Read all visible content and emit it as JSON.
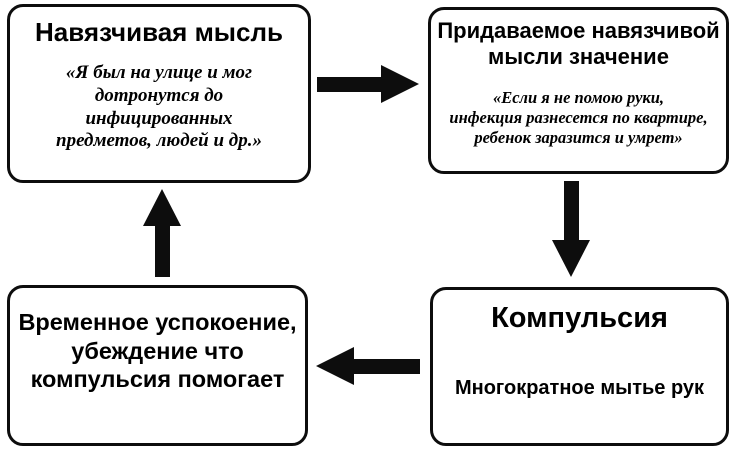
{
  "diagram": {
    "boxes": {
      "obsessive_thought": {
        "title": "Навязчивая мысль",
        "quote": "«Я был на улице и мог\nдотронутся до\nинфицированных\nпредметов, людей и др.»"
      },
      "attributed_meaning": {
        "title": "Придаваемое навязчивой\nмысли значение",
        "quote": "«Если я не помою руки,\nинфекция разнесется по квартире,\nребенок заразится и умрет»"
      },
      "compulsion": {
        "title": "Компульсия",
        "description": "Многократное мытье рук"
      },
      "temporary_relief": {
        "title": "Временное  успокоение,\nубеждение что\nкомпульсия помогает"
      }
    },
    "colors": {
      "box_border": "#0d0d0d",
      "box_background": "#ffffff",
      "arrow": "#0d0d0d",
      "page_background": "#ffffff"
    }
  }
}
